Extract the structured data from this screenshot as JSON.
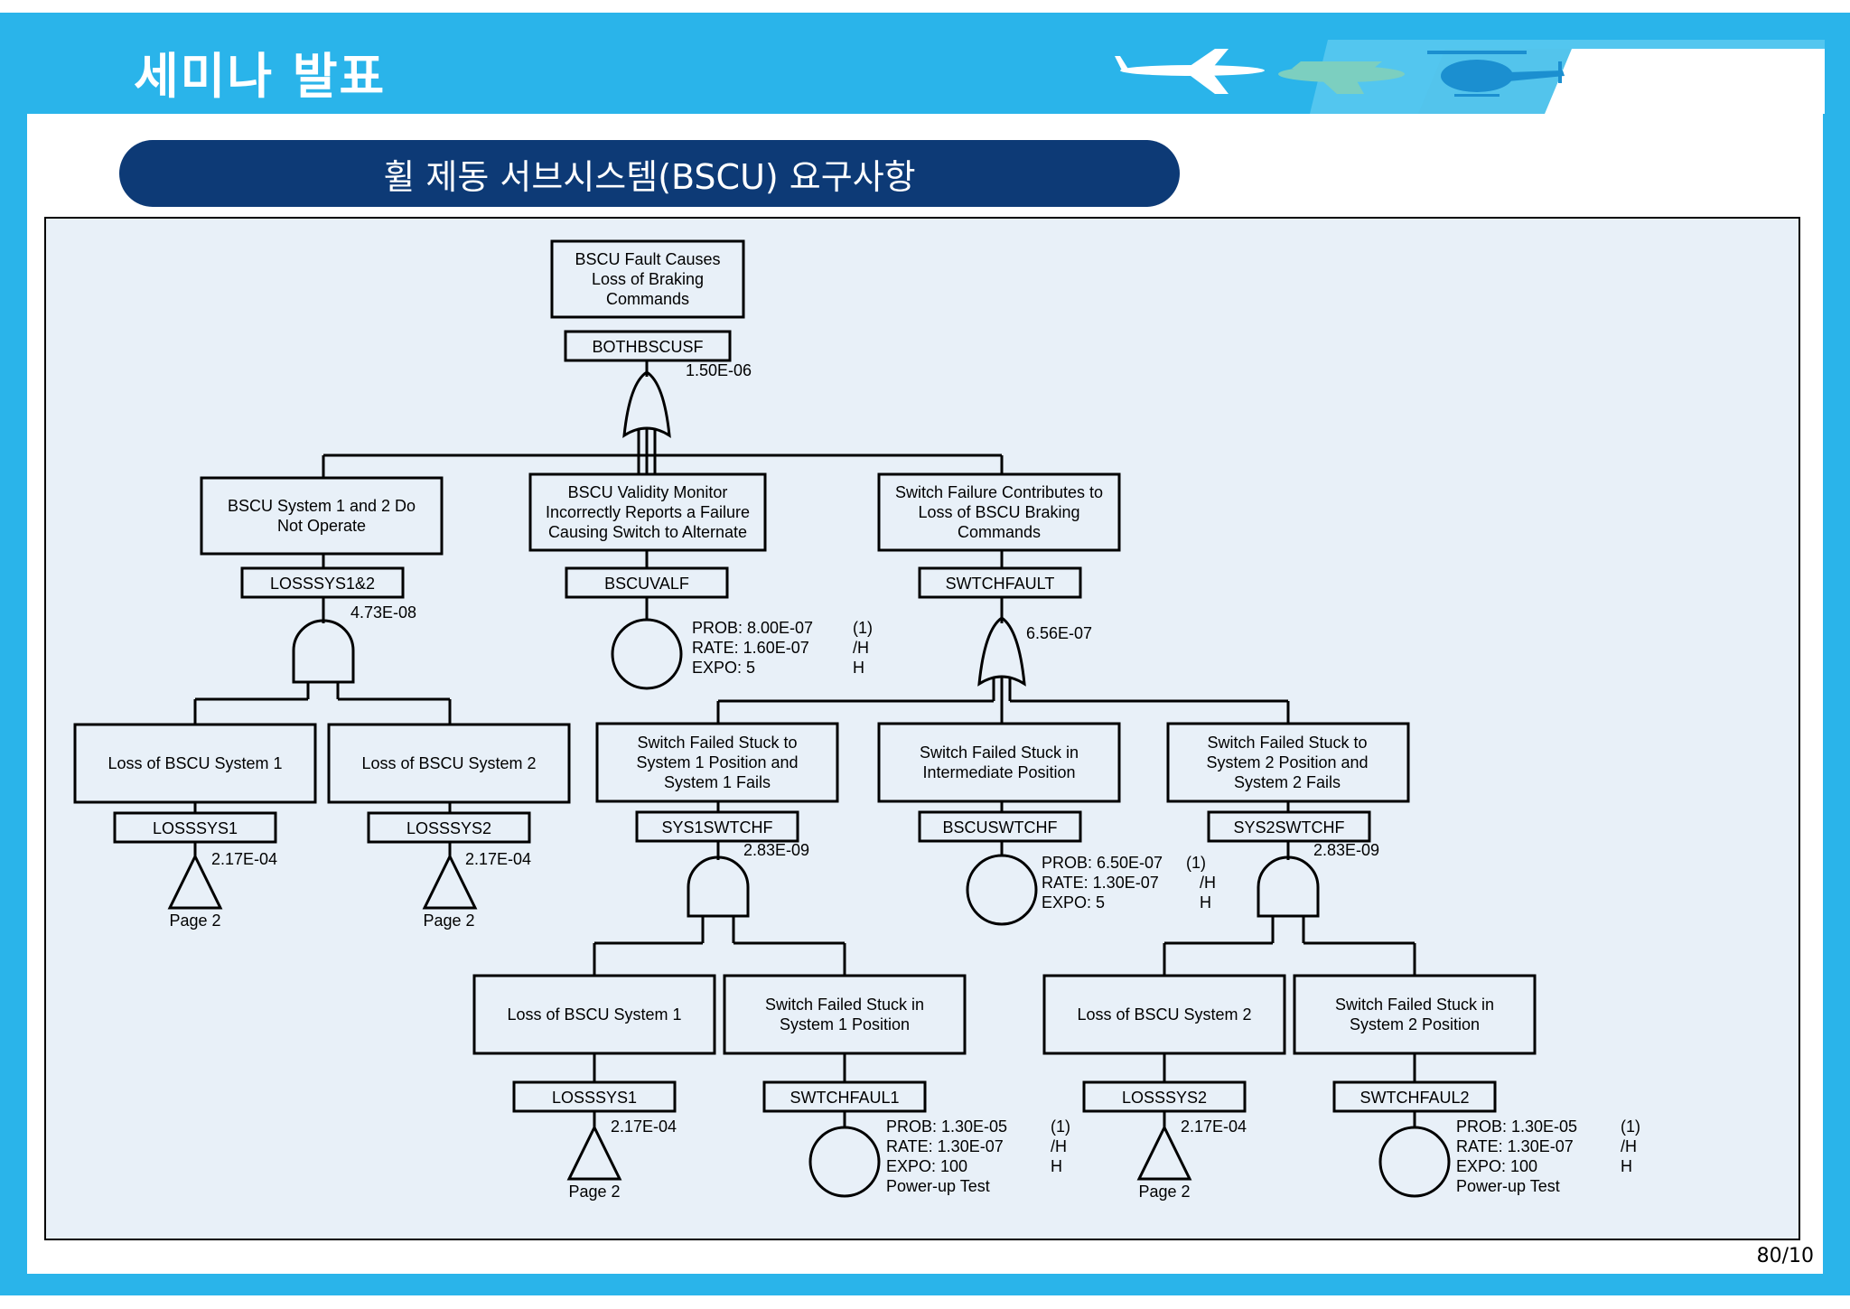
{
  "header": {
    "title": "세미나 발표",
    "subtitle": "휠 제동 서브시스템(BSCU) 요구사항",
    "page_number": "80/10"
  },
  "fault_tree": {
    "top": {
      "label": "BSCU Fault Causes\nLoss of Braking\nCommands",
      "id": "BOTHBSCUSF",
      "value": "1.50E-06"
    },
    "level1": [
      {
        "label": "BSCU System 1 and 2 Do\nNot Operate",
        "id": "LOSSSYS1&2",
        "value": "4.73E-08"
      },
      {
        "label": "BSCU Validity Monitor\nIncorrectly Reports a Failure\nCausing Switch to Alternate",
        "id": "BSCUVALF",
        "prob": "PROB:  8.00E-07",
        "rate": "RATE:  1.60E-07",
        "expo": "EXPO:  5",
        "c1": "(1)",
        "c2": "/H",
        "c3": "H"
      },
      {
        "label": "Switch Failure Contributes to\nLoss of BSCU Braking\nCommands",
        "id": "SWTCHFAULT",
        "value": "6.56E-07"
      }
    ],
    "level2": [
      {
        "label": "Loss of BSCU System 1",
        "id": "LOSSSYS1",
        "value": "2.17E-04",
        "transfer": "Page 2"
      },
      {
        "label": "Loss of BSCU System 2",
        "id": "LOSSSYS2",
        "value": "2.17E-04",
        "transfer": "Page 2"
      },
      {
        "label": "Switch Failed Stuck to\nSystem 1 Position and\nSystem 1 Fails",
        "id": "SYS1SWTCHF",
        "value": "2.83E-09"
      },
      {
        "label": "Switch Failed Stuck in\nIntermediate Position",
        "id": "BSCUSWTCHF",
        "prob": "PROB:  6.50E-07",
        "rate": "RATE:  1.30E-07",
        "expo": "EXPO:  5",
        "c1": "(1)",
        "c2": "/H",
        "c3": "H"
      },
      {
        "label": "Switch Failed Stuck to\nSystem 2 Position and\nSystem 2 Fails",
        "id": "SYS2SWTCHF",
        "value": "2.83E-09"
      }
    ],
    "level3": [
      {
        "label": "Loss of BSCU System 1",
        "id": "LOSSSYS1",
        "value": "2.17E-04",
        "transfer": "Page 2"
      },
      {
        "label": "Switch Failed Stuck in\nSystem 1 Position",
        "id": "SWTCHFAUL1",
        "prob": "PROB:  1.30E-05",
        "rate": "RATE:  1.30E-07",
        "expo": "EXPO:  100",
        "note": "Power-up Test",
        "c1": "(1)",
        "c2": "/H",
        "c3": "H"
      },
      {
        "label": "Loss of BSCU System 2",
        "id": "LOSSSYS2",
        "value": "2.17E-04",
        "transfer": "Page 2"
      },
      {
        "label": "Switch Failed Stuck in\nSystem 2 Position",
        "id": "SWTCHFAUL2",
        "prob": "PROB:  1.30E-05",
        "rate": "RATE:  1.30E-07",
        "expo": "EXPO:  100",
        "note": "Power-up Test",
        "c1": "(1)",
        "c2": "/H",
        "c3": "H"
      }
    ]
  },
  "colors": {
    "frame": "#2ab4ea",
    "banner": "#0d3a76",
    "diagram_bg": "#e8f0f8"
  },
  "icons": [
    "airliner-icon",
    "cargo-plane-icon",
    "helicopter-icon"
  ]
}
